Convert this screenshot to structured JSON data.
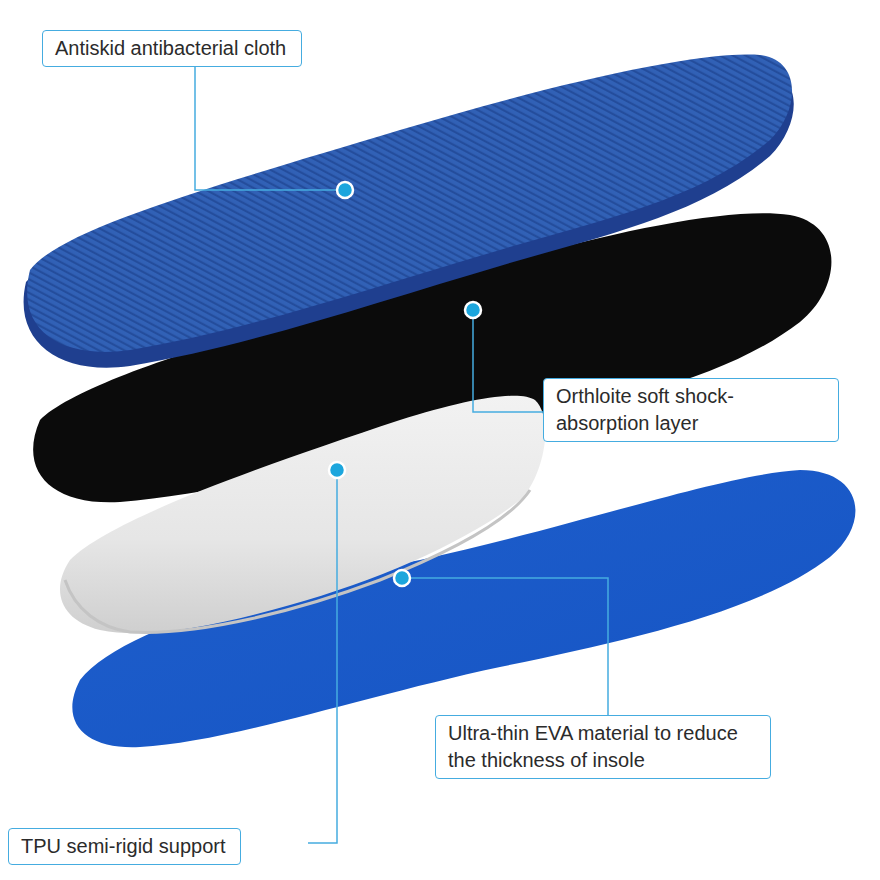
{
  "diagram": {
    "nodes": [
      {
        "text": [
          "Antiskid antibacterial cloth"
        ]
      },
      {
        "text": [
          "Orthloite soft shock-absorption layer"
        ]
      },
      {
        "text": [
          "Ultra-thin EVA material to reduce the thickness of insole"
        ]
      },
      {
        "text": [
          "TPU semi-rigid support"
        ]
      }
    ]
  }
}
